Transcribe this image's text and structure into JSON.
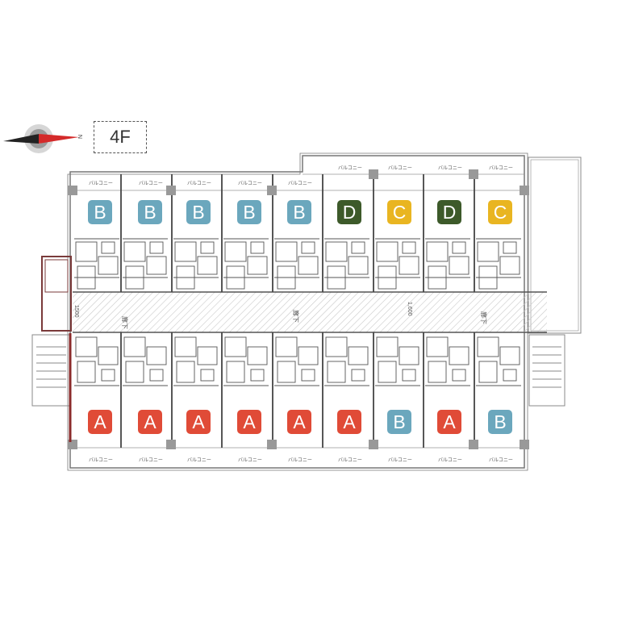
{
  "floor": "4F",
  "compass": {
    "north_label": "N"
  },
  "colors": {
    "A": "#e04b37",
    "B": "#6ba7bd",
    "C": "#e9b521",
    "D": "#3d5a2a"
  },
  "top_units": [
    "B",
    "B",
    "B",
    "B",
    "B",
    "D",
    "C",
    "D",
    "C"
  ],
  "bottom_units": [
    "A",
    "A",
    "A",
    "A",
    "A",
    "A",
    "B",
    "A",
    "B"
  ],
  "balcony_label": "バルコニー",
  "corridor_labels": [
    "廊下",
    "廊下",
    "廊下"
  ],
  "corridor_width_labels": [
    "1500",
    "1,600"
  ]
}
